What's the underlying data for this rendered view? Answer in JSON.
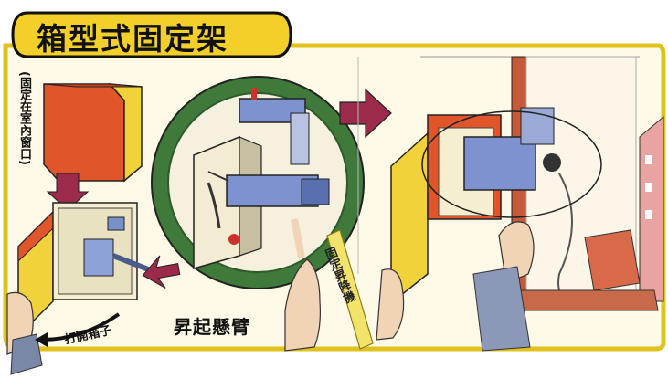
{
  "title": "箱型式固定架",
  "side_note": "(固定在室內窗口)",
  "caption_raise": "昇起懸臂",
  "caption_open": "打開箱子",
  "caption_hoist": "固定昇降機",
  "colors": {
    "frame_border": "#e0c21c",
    "frame_fill": "#fff9e8",
    "title_fill": "#f3cf2a",
    "box_orange": "#e0552a",
    "box_yellow": "#f1d23a",
    "green_ring": "#3f7a3a",
    "steel_blue": "#6d82c4",
    "arrow_red": "#9b2a4b",
    "hand": "#f1d3b5",
    "wall_pink": "#e9a3a0",
    "brick": "#d86a4a"
  }
}
